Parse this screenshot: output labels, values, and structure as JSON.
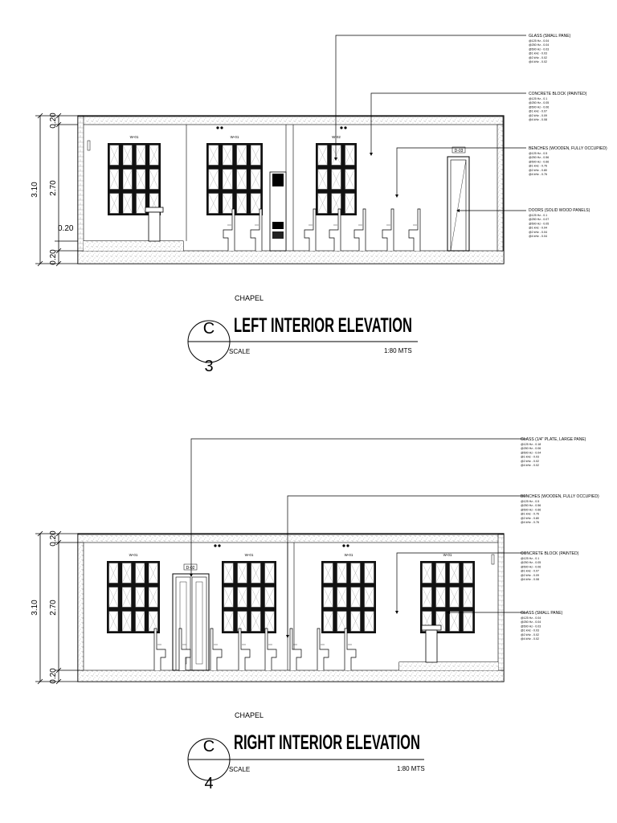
{
  "drawings": [
    {
      "id": "left",
      "project": "CHAPEL",
      "title": "LEFT INTERIOR ELEVATION",
      "scale_label": "SCALE",
      "scale_value": "1:80 MTS",
      "sheet_letter": "C",
      "sheet_number": "3",
      "dims": {
        "total": "3.10",
        "top": "0.20",
        "mid": "2.70",
        "bottom": "0.20",
        "sill": "0.20"
      },
      "window_tags": [
        "W-01",
        "W-01",
        "W-02"
      ],
      "door_tag": "D-03",
      "notes": [
        {
          "title": "GLASS (SMALL PANE)",
          "lines": [
            "@125 Hz - 0.04",
            "@250 Hz - 0.04",
            "@500 Hz - 0.03",
            "@1 kHz - 0.03",
            "@2 kHz - 0.02",
            "@4 kHz - 0.02"
          ]
        },
        {
          "title": "CONCRETE BLOCK (PAINTED)",
          "lines": [
            "@125 Hz - 0.1",
            "@250 Hz - 0.05",
            "@500 Hz - 0.06",
            "@1 kHz - 0.07",
            "@2 kHz - 0.09",
            "@4 kHz - 0.08"
          ]
        },
        {
          "title": "BENCHES (WOODEN, FULLY OCCUPIED)",
          "lines": [
            "@125 Hz - 0.5",
            "@250 Hz - 0.56",
            "@500 Hz - 0.66",
            "@1 kHz - 0.76",
            "@2 kHz - 0.80",
            "@4 kHz - 0.76"
          ]
        },
        {
          "title": "DOORS (SOLID WOOD PANELS)",
          "lines": [
            "@125 Hz - 0.1",
            "@250 Hz - 0.07",
            "@500 Hz - 0.05",
            "@1 kHz - 0.04",
            "@2 kHz - 0.04",
            "@4 kHz - 0.04"
          ]
        }
      ]
    },
    {
      "id": "right",
      "project": "CHAPEL",
      "title": "RIGHT INTERIOR ELEVATION",
      "scale_label": "SCALE",
      "scale_value": "1:80 MTS",
      "sheet_letter": "C",
      "sheet_number": "4",
      "dims": {
        "total": "3.10",
        "top": "0.20",
        "mid": "2.70",
        "bottom": "0.20"
      },
      "window_tags": [
        "W-01",
        "W-01",
        "W-01",
        "W-01"
      ],
      "door_tag": "D-02",
      "notes": [
        {
          "title": "GLASS (1/4\" PLATE, LARGE PANE)",
          "lines": [
            "@125 Hz - 0.18",
            "@250 Hz - 0.06",
            "@500 Hz - 0.04",
            "@1 kHz - 0.03",
            "@2 kHz - 0.02",
            "@4 kHz - 0.02"
          ]
        },
        {
          "title": "BENCHES (WOODEN, FULLY OCCUPIED)",
          "lines": [
            "@125 Hz - 0.5",
            "@250 Hz - 0.56",
            "@500 Hz - 0.66",
            "@1 kHz - 0.76",
            "@2 kHz - 0.80",
            "@4 kHz - 0.76"
          ]
        },
        {
          "title": "CONCRETE BLOCK (PAINTED)",
          "lines": [
            "@125 Hz - 0.1",
            "@250 Hz - 0.05",
            "@500 Hz - 0.06",
            "@1 kHz - 0.07",
            "@2 kHz - 0.09",
            "@4 kHz - 0.08"
          ]
        },
        {
          "title": "GLASS (SMALL PANE)",
          "lines": [
            "@125 Hz - 0.04",
            "@250 Hz - 0.04",
            "@500 Hz - 0.03",
            "@1 kHz - 0.03",
            "@2 kHz - 0.02",
            "@4 kHz - 0.02"
          ]
        }
      ]
    }
  ]
}
